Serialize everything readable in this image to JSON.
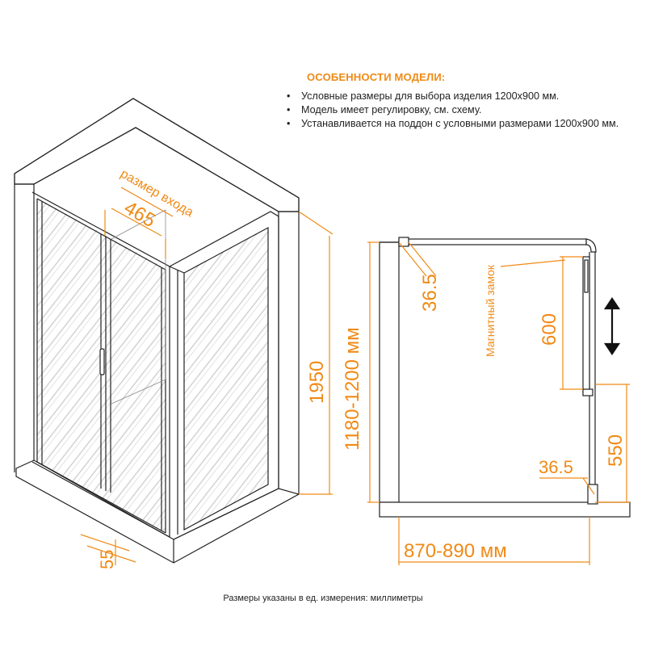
{
  "features": {
    "title": "ОСОБЕННОСТИ МОДЕЛИ:",
    "items": [
      "Условные размеры для выбора изделия 1200х900 мм.",
      "Модель имеет регулировку,  см.  схему.",
      "Устанавливается на поддон с условными размерами 1200х900 мм."
    ]
  },
  "iso": {
    "entry_label": "размер входа",
    "entry_width": "465",
    "height": "1950",
    "width_range": "1180-1200 мм",
    "base_offset": "55"
  },
  "plan": {
    "top_offset": "36.5",
    "magnet_label": "Магнитный замок",
    "magnet_height": "600",
    "lower_height": "550",
    "bottom_offset": "36.5",
    "depth_range": "870-890 мм"
  },
  "footnote": "Размеры указаны в ед. измерения: миллиметры",
  "colors": {
    "accent": "#f08a16",
    "line": "#222222",
    "glass": "#d9d9d9"
  },
  "icons": {
    "adjust_arrow": "double-arrow-vertical-icon"
  }
}
